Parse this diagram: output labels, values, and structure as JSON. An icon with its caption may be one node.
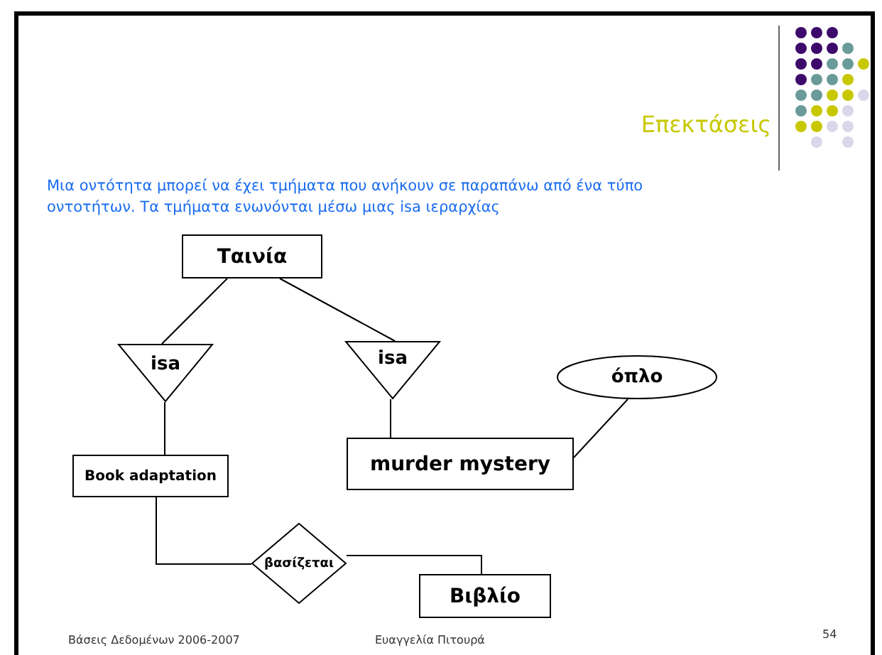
{
  "diagram": {
    "title": "Επεκτάσεις",
    "nodes": [
      {
        "text": [
          "Ταινία"
        ]
      },
      {
        "text": [
          "isa"
        ]
      },
      {
        "text": [
          "isa"
        ]
      },
      {
        "text": [
          "όπλο"
        ]
      },
      {
        "text": [
          "Book adaptation"
        ]
      },
      {
        "text": [
          "murder mystery"
        ]
      },
      {
        "text": [
          "βασίζεται"
        ]
      },
      {
        "text": [
          "Βιβλίο"
        ]
      }
    ],
    "edges": [
      {
        "from": 0,
        "to": 1,
        "arrow": "none"
      },
      {
        "from": 0,
        "to": 2,
        "arrow": "none"
      },
      {
        "from": 1,
        "to": 4,
        "arrow": "none"
      },
      {
        "from": 2,
        "to": 5,
        "arrow": "none"
      },
      {
        "from": 5,
        "to": 3,
        "arrow": "none"
      },
      {
        "from": 4,
        "to": 6,
        "arrow": "none"
      },
      {
        "from": 6,
        "to": 7,
        "arrow": "none"
      }
    ],
    "labels": [
      "Μια οντότητα  μπορεί να έχει τμήματα που ανήκουν σε παραπάνω από ένα τύπο οντοτήτων. Τα τμήματα ενωνόνται μέσω μιας isa ιεραρχίας",
      "Βάσεις Δεδομένων 2006-2007",
      "Ευαγγελία Πιτουρά",
      "54"
    ]
  }
}
